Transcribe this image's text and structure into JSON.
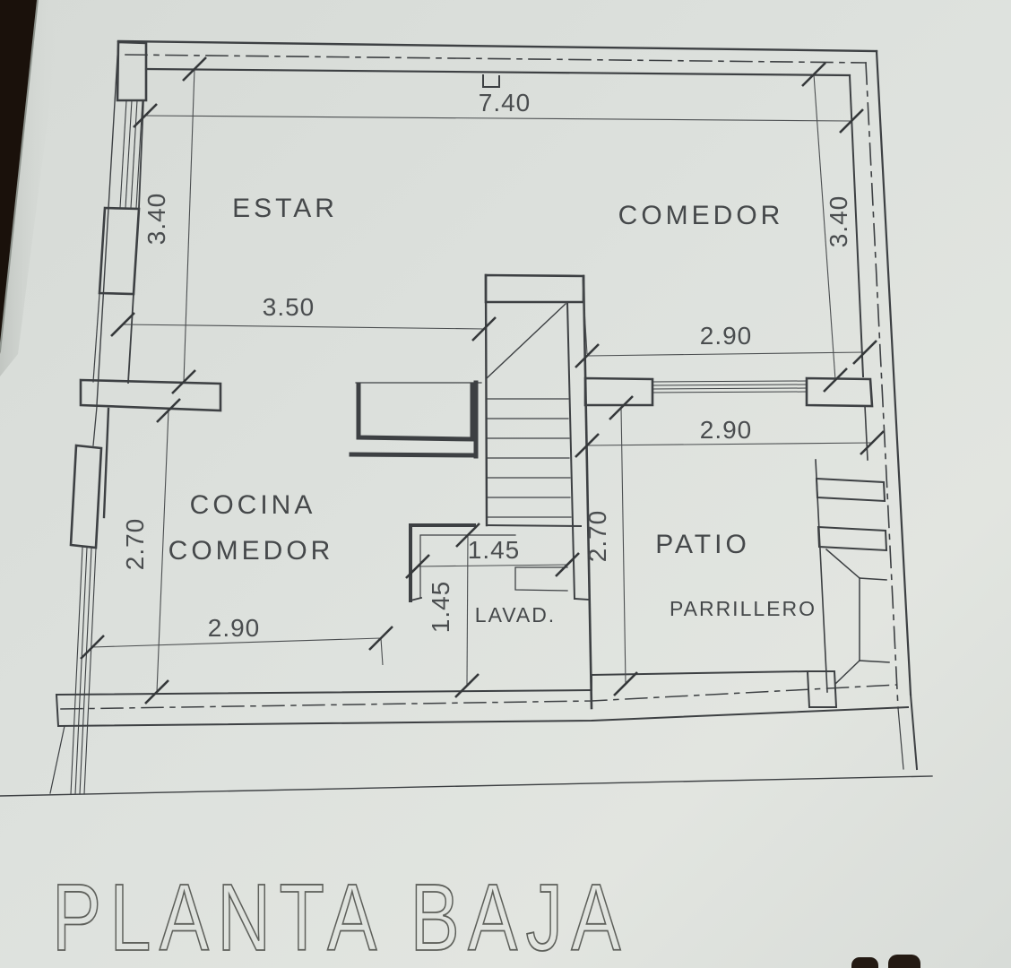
{
  "title": "PLANTA BAJA",
  "rooms": {
    "estar": "ESTAR",
    "comedor": "COMEDOR",
    "cocina_line1": "COCINA",
    "cocina_line2": "COMEDOR",
    "patio": "PATIO",
    "lavadero": "LAVAD.",
    "parrillero": "PARRILLERO"
  },
  "dimensions": {
    "top_width": "7.40",
    "estar_height": "3.40",
    "comedor_height": "3.40",
    "estar_width": "3.50",
    "comedor_width": "2.90",
    "patio_width": "2.90",
    "cocina_height": "2.70",
    "patio_height": "2.70",
    "lavadero_width": "1.45",
    "lavadero_height": "1.45",
    "cocina_width": "2.90"
  },
  "colors": {
    "paper": "#dbdfdb",
    "paper_light": "#e8ebe6",
    "paper_dark": "#cfd4cf",
    "wall_ink": "#3d4043",
    "thin_ink": "#535652",
    "text_ink": "#46494b",
    "title_ink": "#5e605b",
    "photo_edge_dark": "#1a110b"
  },
  "drawing_type": "architectural floor plan"
}
